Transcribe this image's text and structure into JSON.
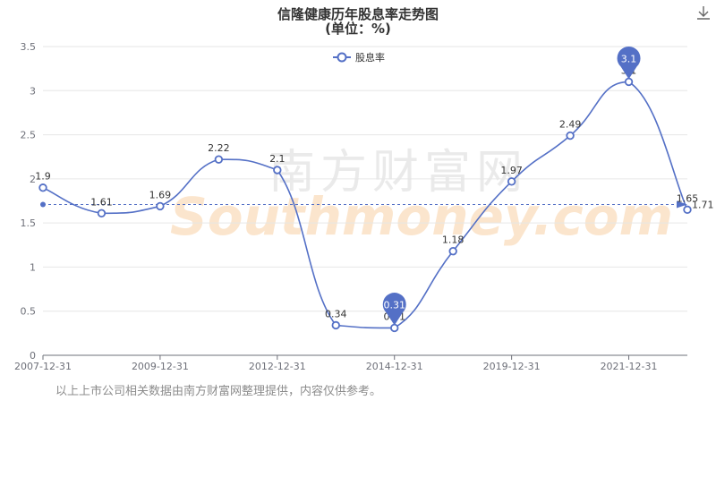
{
  "title": "信隆健康历年股息率走势图",
  "subtitle": "(单位：%)",
  "footer_note": "以上上市公司相关数据由南方财富网整理提供，内容仅供参考。",
  "watermark": {
    "cn": "南方财富网",
    "en": "Southmoney.com"
  },
  "icons": {
    "download": "download-icon"
  },
  "colors": {
    "line": "#5470c6",
    "grid": "#e6e6e6",
    "axis": "#6e7079",
    "watermark_orange": "#fbe3c8",
    "watermark_gray": "#e8e8e8"
  },
  "chart_data": {
    "type": "line",
    "series": [
      {
        "name": "股息率",
        "points": [
          {
            "x": "2007-12-31",
            "y": 1.9
          },
          {
            "x": "2008-12-31",
            "y": 1.61
          },
          {
            "x": "2009-12-31",
            "y": 1.69
          },
          {
            "x": "2010-12-31",
            "y": 2.22
          },
          {
            "x": "2012-12-31",
            "y": 2.1
          },
          {
            "x": "2013-12-31",
            "y": 0.34
          },
          {
            "x": "2014-12-31",
            "y": 0.31
          },
          {
            "x": "2018-12-31",
            "y": 1.18
          },
          {
            "x": "2019-12-31",
            "y": 1.97
          },
          {
            "x": "2020-12-31",
            "y": 2.49
          },
          {
            "x": "2021-12-31",
            "y": 3.1
          },
          {
            "x": "2022-12-31",
            "y": 1.65
          }
        ]
      }
    ],
    "x_tick_labels": [
      "2007-12-31",
      "2009-12-31",
      "2012-12-31",
      "2014-12-31",
      "2019-12-31",
      "2021-12-31"
    ],
    "y_ticks": [
      0,
      0.5,
      1,
      1.5,
      2,
      2.5,
      3,
      3.5
    ],
    "ylim": [
      0,
      3.5
    ],
    "average_line": {
      "value": 1.71,
      "label": "1.71"
    },
    "max_marker": {
      "x": "2021-12-31",
      "value": 3.1,
      "label": "3.1"
    },
    "min_marker": {
      "x": "2014-12-31",
      "value": 0.31,
      "label": "0.31"
    },
    "legend_position": "top-center",
    "grid": true
  }
}
